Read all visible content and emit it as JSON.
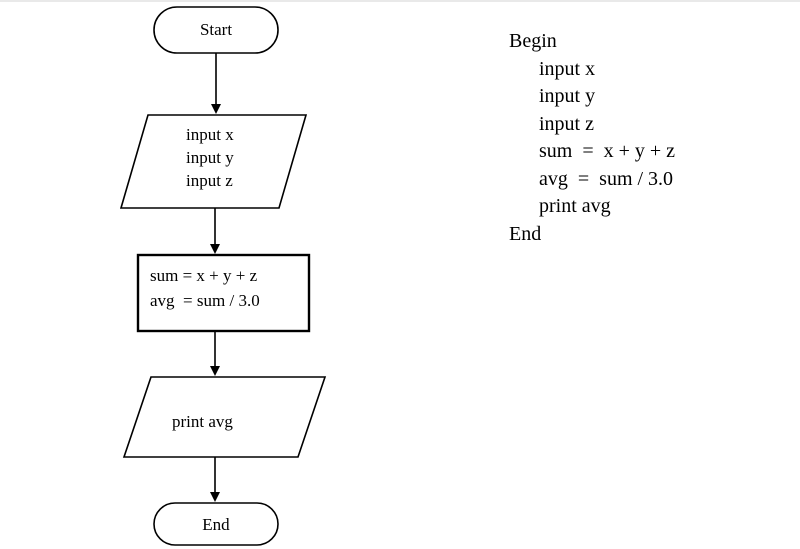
{
  "flowchart": {
    "start": {
      "label": "Start"
    },
    "input": {
      "lines": [
        "input x",
        "input y",
        "input z"
      ]
    },
    "process": {
      "lines": [
        "sum = x + y + z",
        "avg  = sum / 3.0"
      ]
    },
    "output": {
      "label": "print avg"
    },
    "end": {
      "label": "End"
    }
  },
  "pseudocode": {
    "begin": "Begin",
    "body": [
      "input x",
      "input y",
      "input z",
      "sum  =  x + y + z",
      "avg  =  sum / 3.0",
      "print avg"
    ],
    "end": "End"
  }
}
